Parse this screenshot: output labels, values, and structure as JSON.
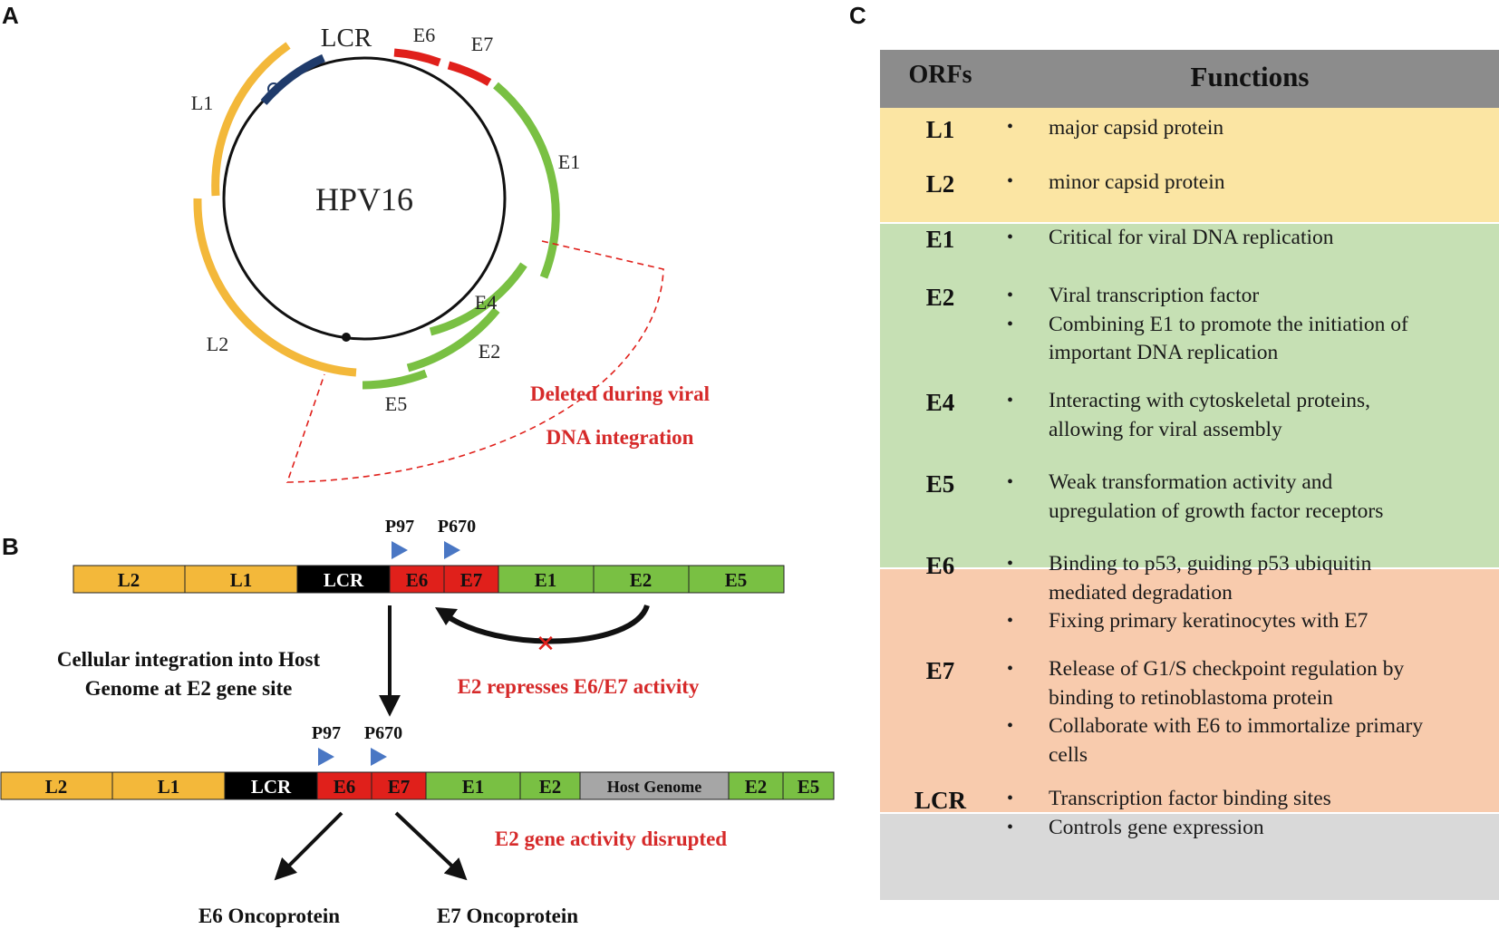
{
  "panels": {
    "a": "A",
    "b": "B",
    "c": "C"
  },
  "genome": {
    "center_label": "HPV16",
    "labels": {
      "lcr": "LCR",
      "e6": "E6",
      "e7": "E7",
      "l1": "L1",
      "e1": "E1",
      "l2": "L2",
      "e4": "E4",
      "e2": "E2",
      "e5": "E5"
    },
    "deleted_line1": "Deleted during viral",
    "deleted_line2": "DNA integration",
    "colors": {
      "late": "#f3b83a",
      "early": "#79c043",
      "onco": "#e0201b",
      "lcr": "#1f3b6b"
    }
  },
  "linear_top": {
    "promoters": [
      "P97",
      "P670"
    ],
    "segments": [
      "L2",
      "L1",
      "LCR",
      "E6",
      "E7",
      "E1",
      "E2",
      "E5"
    ],
    "repress_label": "E2 represses  E6/E7 activity"
  },
  "integration_label_1": "Cellular integration into Host",
  "integration_label_2": "Genome at E2 gene site",
  "linear_bottom": {
    "promoters": [
      "P97",
      "P670"
    ],
    "segments": [
      "L2",
      "L1",
      "LCR",
      "E6",
      "E7",
      "E1",
      "E2",
      "Host Genome",
      "E2",
      "E5"
    ],
    "disrupted_label": "E2 gene activity disrupted",
    "out_e6": "E6 Oncoprotein",
    "out_e7": "E7 Oncoprotein"
  },
  "table": {
    "header_orf": "ORFs",
    "header_functions": "Functions",
    "rows": [
      {
        "orf": "L1",
        "functions": [
          "major capsid protein"
        ]
      },
      {
        "orf": "L2",
        "functions": [
          "minor capsid protein"
        ]
      },
      {
        "orf": "E1",
        "functions": [
          "Critical for viral DNA replication"
        ]
      },
      {
        "orf": "E2",
        "functions": [
          "Viral transcription factor",
          "Combining E1 to promote the initiation of",
          "important DNA replication"
        ]
      },
      {
        "orf": "E4",
        "functions": [
          "Interacting with cytoskeletal proteins,",
          "allowing for viral assembly"
        ]
      },
      {
        "orf": "E5",
        "functions": [
          "Weak transformation activity and",
          "upregulation of growth  factor receptors"
        ]
      },
      {
        "orf": "E6",
        "functions": [
          "Binding to p53, guiding p53 ubiquitin",
          "mediated degradation",
          "Fixing primary keratinocytes with E7"
        ]
      },
      {
        "orf": "E7",
        "functions": [
          "Release of G1/S checkpoint regulation by",
          "binding to retinoblastoma protein",
          "Collaborate with E6 to immortalize primary",
          "cells"
        ]
      },
      {
        "orf": "LCR",
        "functions": [
          "Transcription factor binding sites",
          "Controls gene expression"
        ]
      }
    ],
    "band_colors": [
      "#fbe5a3",
      "#c6e0b4",
      "#f8cbad",
      "#d9d9d9"
    ]
  }
}
